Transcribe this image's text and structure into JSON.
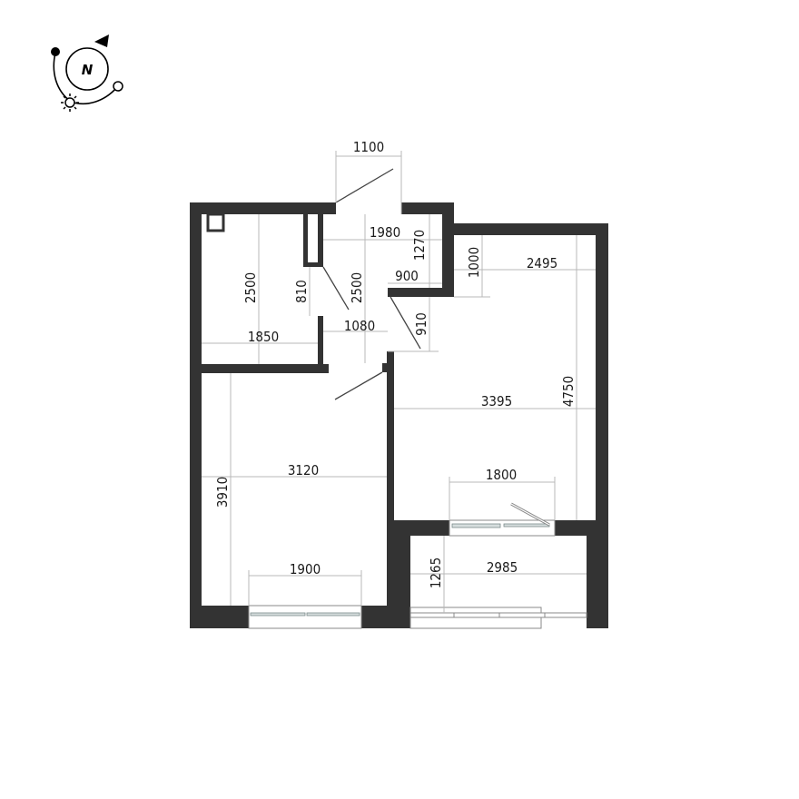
{
  "compass": {
    "north_label": "N",
    "icons": [
      "north-arrow-icon",
      "sun-icon",
      "sunrise-dot-icon",
      "sunset-dot-icon"
    ]
  },
  "colors": {
    "wall": "#333333",
    "dimension_line": "#b8b8b8",
    "text": "#1a1a1a",
    "background": "#ffffff"
  },
  "dimensions": {
    "entrance_door_width": "1100",
    "hall_width": "1980",
    "hall_height": "2500",
    "hall_alcove_height": "1270",
    "hall_alcove_width": "900",
    "hall_door_gap": "1080",
    "room_door_width": "910",
    "bathroom_height": "2500",
    "bathroom_width": "1850",
    "bathroom_door_width": "810",
    "kitchen_nook_depth": "1000",
    "living_upper_width": "2495",
    "living_width": "3395",
    "living_height": "4750",
    "living_window_width": "1800",
    "bedroom_width": "3120",
    "bedroom_height": "3910",
    "bedroom_window_width": "1900",
    "balcony_width": "2985",
    "balcony_depth": "1265"
  }
}
